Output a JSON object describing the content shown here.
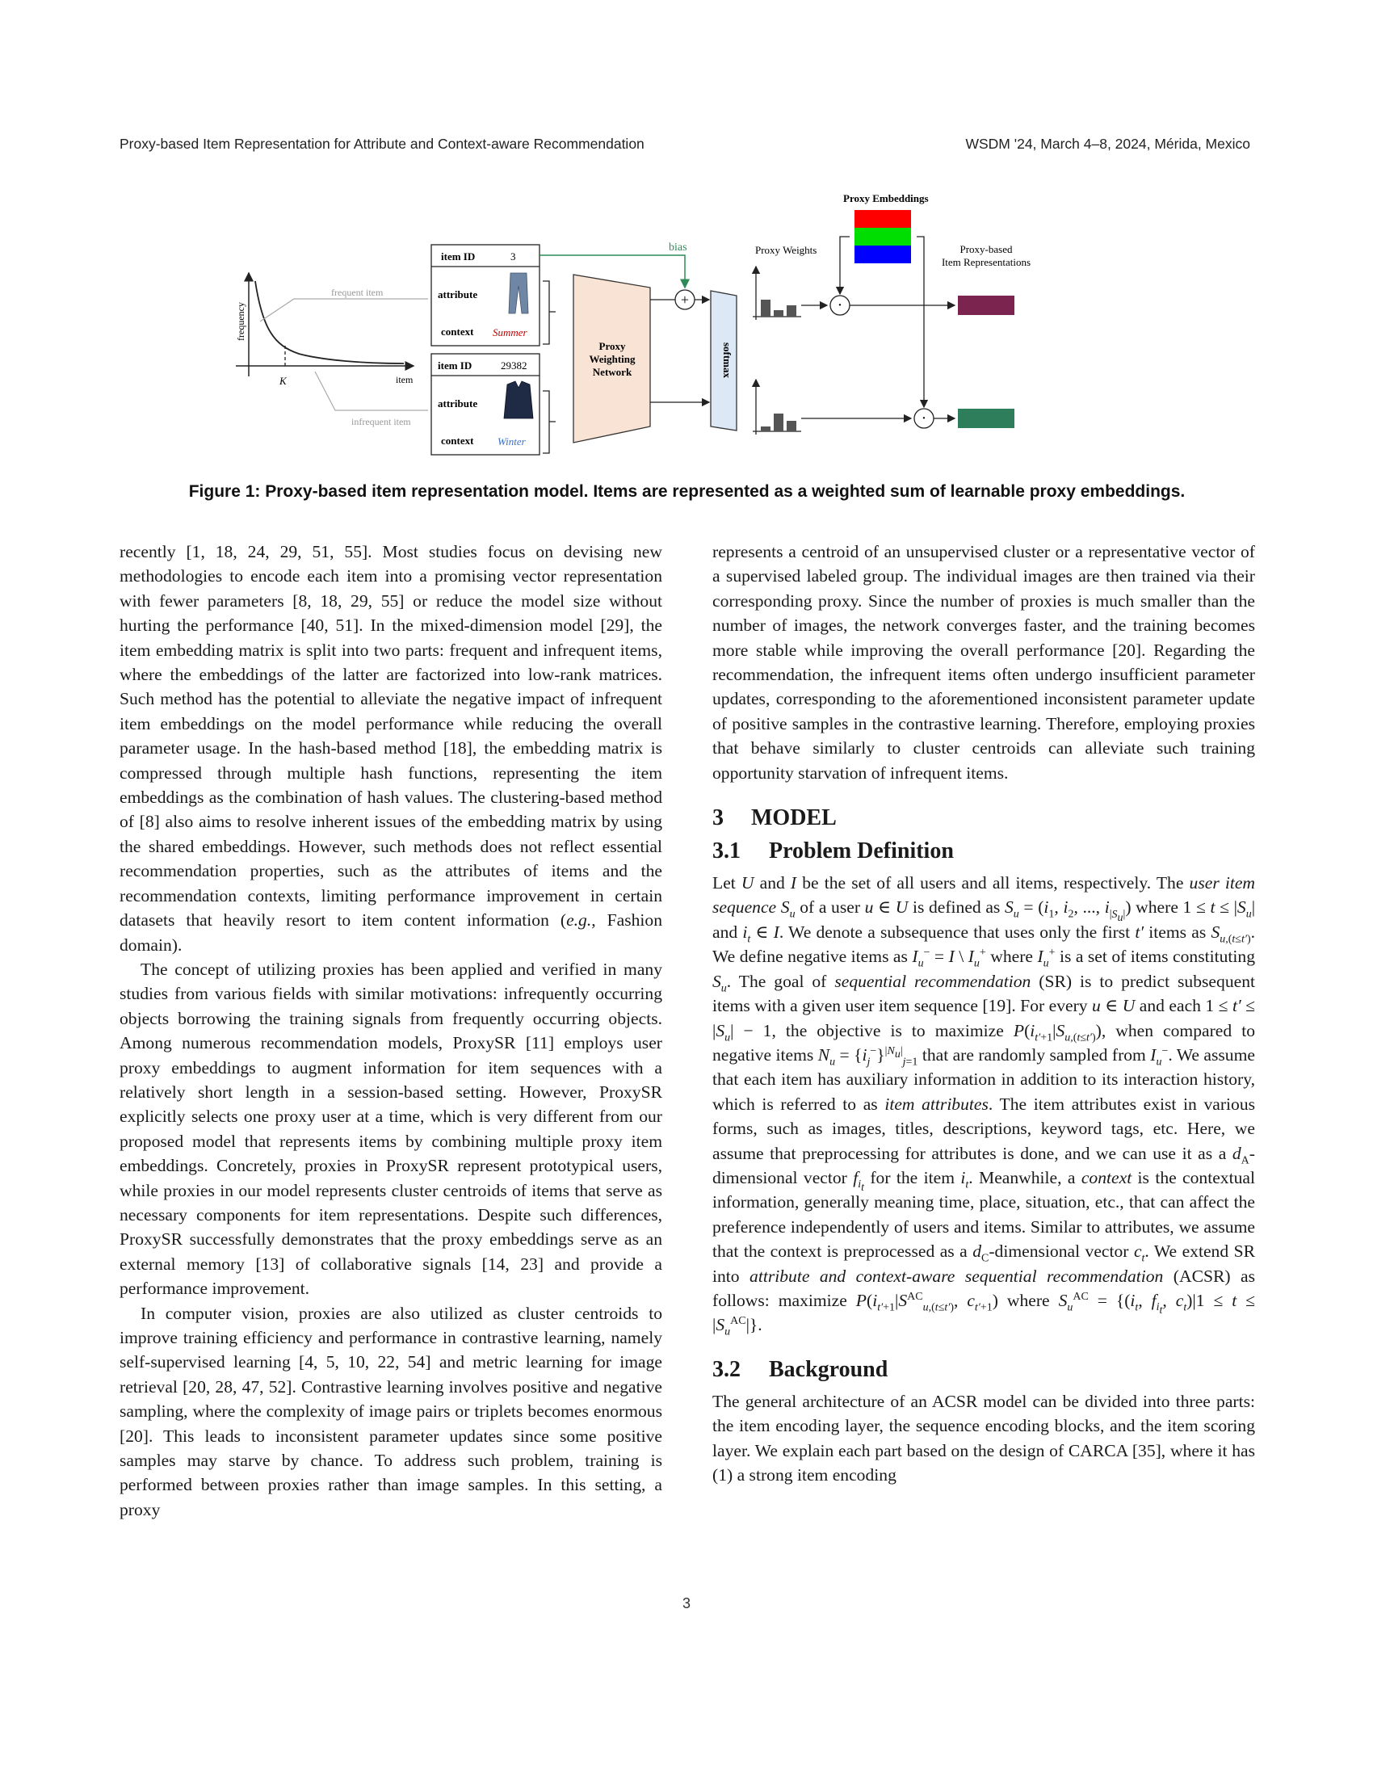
{
  "header": {
    "left": "Proxy-based Item Representation for Attribute and Context-aware Recommendation",
    "right": "WSDM '24, March 4–8, 2024, Mérida, Mexico"
  },
  "figure": {
    "frequency_label": "frequency",
    "item_axis_label": "item",
    "k_label": "K",
    "frequent_item_label": "frequent item",
    "infrequent_item_label": "infrequent item",
    "item1": {
      "id_label": "item ID",
      "id_value": "3",
      "attribute_label": "attribute",
      "context_label": "context",
      "context_value": "Summer"
    },
    "item2": {
      "id_label": "item ID",
      "id_value": "29382",
      "attribute_label": "attribute",
      "context_label": "context",
      "context_value": "Winter"
    },
    "network_line1": "Proxy",
    "network_line2": "Weighting",
    "network_line3": "Network",
    "bias_label": "bias",
    "plus_symbol": "+",
    "softmax_label": "softmax",
    "proxy_weights_label": "Proxy Weights",
    "proxy_embeddings_label": "Proxy Embeddings",
    "dot_symbol": "·",
    "proxy_repr_line1": "Proxy-based",
    "proxy_repr_line2": "Item Representations",
    "colors": {
      "bias": "#2e8b57",
      "network": "#f9e3d5",
      "softmax": "#dce8f5",
      "repr1": "#7b2450",
      "repr2": "#2e7d5b",
      "emb_red": "#ff0000",
      "emb_green": "#00dd00",
      "emb_blue": "#0000ff",
      "summer": "#c00000",
      "winter": "#3a6fc4"
    }
  },
  "caption": "Figure 1: Proxy-based item representation model. Items are represented as a weighted sum of learnable proxy embeddings.",
  "left_col": {
    "p1": "recently [1, 18, 24, 29, 51, 55]. Most studies focus on devising new methodologies to encode each item into a promising vector representation with fewer parameters [8, 18, 29, 55] or reduce the model size without hurting the performance [40, 51]. In the mixed-dimension model [29], the item embedding matrix is split into two parts: frequent and infrequent items, where the embeddings of the latter are factorized into low-rank matrices. Such method has the potential to alleviate the negative impact of infrequent item embeddings on the model performance while reducing the overall parameter usage. In the hash-based method [18], the embedding matrix is compressed through multiple hash functions, representing the item embeddings as the combination of hash values. The clustering-based method of [8] also aims to resolve inherent issues of the embedding matrix by using the shared embeddings. However, such methods does not reflect essential recommendation properties, such as the attributes of items and the recommendation contexts, limiting performance improvement in certain datasets that heavily resort to item content information (",
    "p1_eg": "e.g.",
    "p1_end": ", Fashion domain).",
    "p2": "The concept of utilizing proxies has been applied and verified in many studies from various fields with similar motivations: infrequently occurring objects borrowing the training signals from frequently occurring objects. Among numerous recommendation models, ProxySR [11] employs user proxy embeddings to augment information for item sequences with a relatively short length in a session-based setting. However, ProxySR explicitly selects one proxy user at a time, which is very different from our proposed model that represents items by combining multiple proxy item embeddings. Concretely, proxies in ProxySR represent prototypical users, while proxies in our model represents cluster centroids of items that serve as necessary components for item representations. Despite such differences, ProxySR successfully demonstrates that the proxy embeddings serve as an external memory [13] of collaborative signals [14, 23] and provide a performance improvement.",
    "p3": "In computer vision, proxies are also utilized as cluster centroids to improve training efficiency and performance in contrastive learning, namely self-supervised learning [4, 5, 10, 22, 54] and metric learning for image retrieval [20, 28, 47, 52]. Contrastive learning involves positive and negative sampling, where the complexity of image pairs or triplets becomes enormous [20]. This leads to inconsistent parameter updates since some positive samples may starve by chance. To address such problem, training is performed between proxies rather than image samples. In this setting, a proxy"
  },
  "right_col": {
    "p1": "represents a centroid of an unsupervised cluster or a representative vector of a supervised labeled group. The individual images are then trained via their corresponding proxy. Since the number of proxies is much smaller than the number of images, the network converges faster, and the training becomes more stable while improving the overall performance [20]. Regarding the recommendation, the infrequent items often undergo insufficient parameter updates, corresponding to the aforementioned inconsistent parameter update of positive samples in the contrastive learning. Therefore, employing proxies that behave similarly to cluster centroids can alleviate such training opportunity starvation of infrequent items.",
    "sec3_num": "3",
    "sec3_title": "MODEL",
    "sec31_num": "3.1",
    "sec31_title": "Problem Definition",
    "sec32_num": "3.2",
    "sec32_title": "Background",
    "p3": "The general architecture of an ACSR model can be divided into three parts: the item encoding layer, the sequence encoding blocks, and the item scoring layer. We explain each part based on the design of CARCA [35], where it has (1) a strong item encoding"
  },
  "page_number": "3"
}
